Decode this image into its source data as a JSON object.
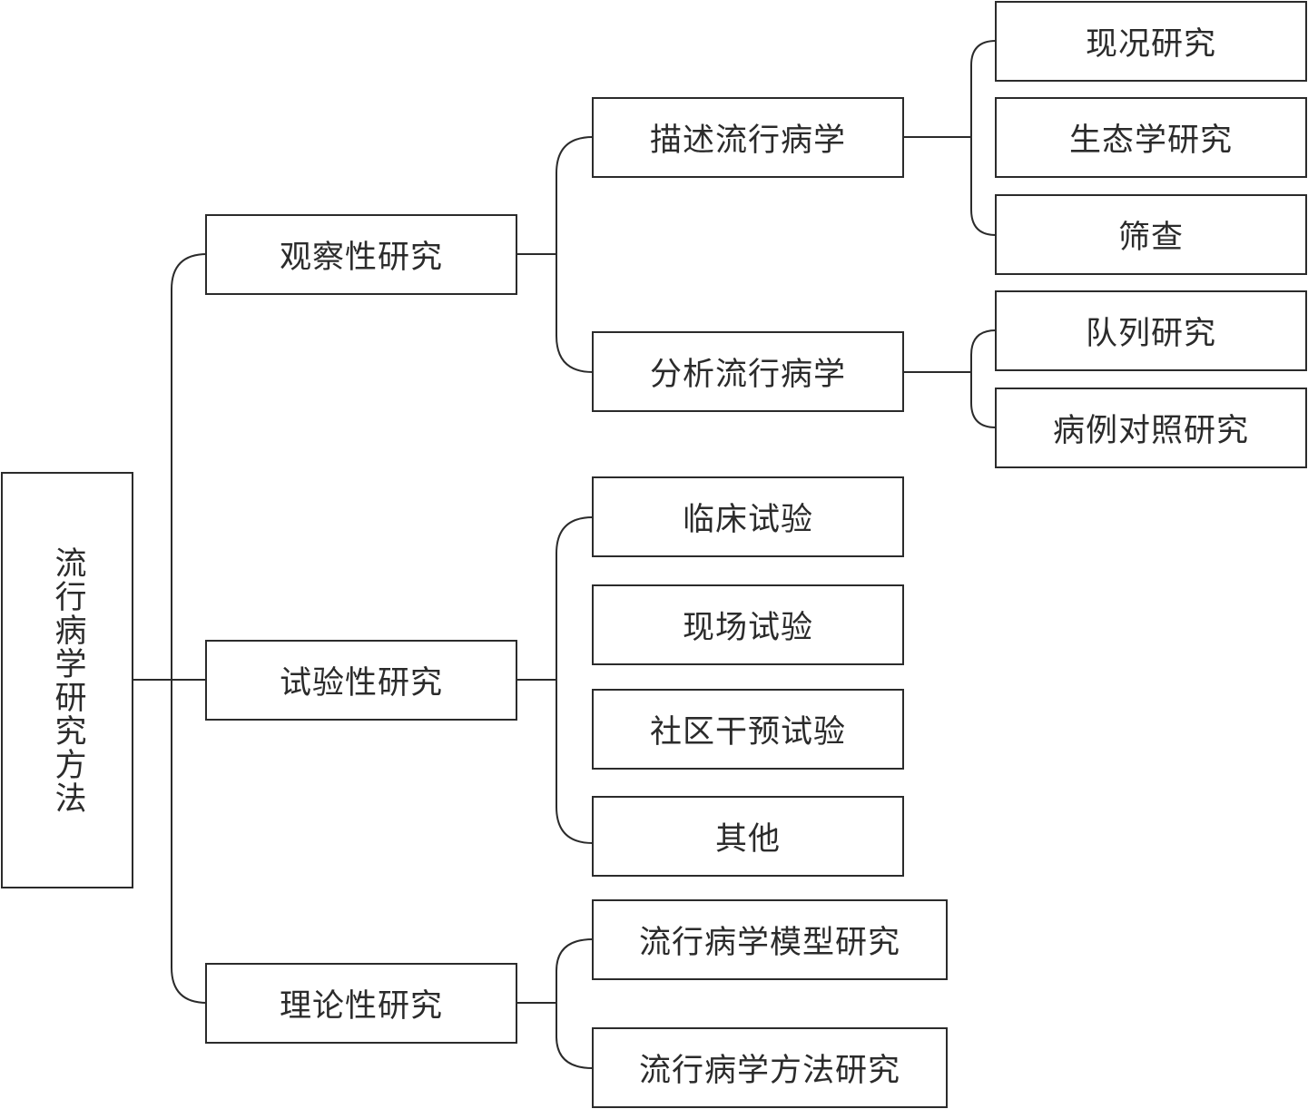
{
  "root": {
    "label": "流行病学研究方法"
  },
  "branches": [
    {
      "label": "观察性研究",
      "children": [
        {
          "label": "描述流行病学",
          "children": [
            "现况研究",
            "生态学研究",
            "筛查"
          ]
        },
        {
          "label": "分析流行病学",
          "children": [
            "队列研究",
            "病例对照研究"
          ]
        }
      ]
    },
    {
      "label": "试验性研究",
      "children": [
        {
          "label": "临床试验"
        },
        {
          "label": "现场试验"
        },
        {
          "label": "社区干预试验"
        },
        {
          "label": "其他"
        }
      ]
    },
    {
      "label": "理论性研究",
      "children": [
        {
          "label": "流行病学模型研究"
        },
        {
          "label": "流行病学方法研究"
        }
      ]
    }
  ]
}
